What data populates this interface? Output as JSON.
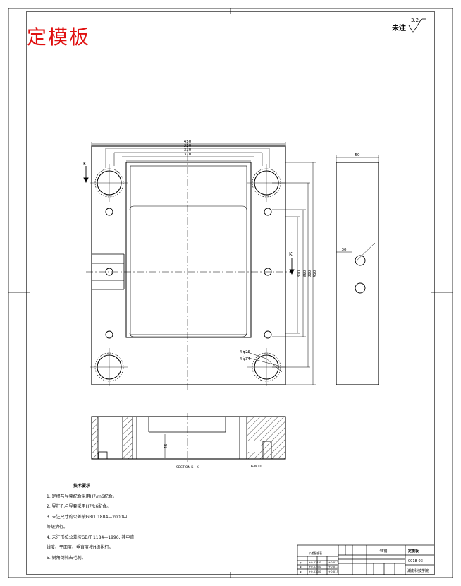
{
  "drawing": {
    "title": "定模板",
    "roughness_label": "未注",
    "roughness_value": "3.2"
  },
  "dimensions": {
    "overall_width": "450",
    "inner_width_1": "350",
    "inner_width_2": "330",
    "inner_width_3": "310",
    "side_thickness": "50",
    "side_hole_dim": "30",
    "height_1": "450",
    "height_2": "380",
    "height_3": "350",
    "height_4": "310",
    "hole_callout_1": "4-φ26",
    "hole_callout_2": "4-φ34",
    "section_depth": "45",
    "thread_callout": "6-M10"
  },
  "labels": {
    "section_marker": "K",
    "section_title": "SECTION K—K"
  },
  "notes": {
    "title": "技术要求",
    "items": [
      "1. 定模与导套配合采用H7/m6配合。",
      "2. 导柱孔与导套采用H7/k6配合。",
      "3. 未注尺寸的公差按GB/T 1804—2000中",
      "    等级执行。",
      "4. 未注形位公差按GB/T 1184—1996, 其中直",
      "    线度、平面度、垂直度按H级执行。",
      "5. 锐角倒钝去毛刺。"
    ]
  },
  "title_block": {
    "material": "45钢",
    "part_name": "定模板",
    "drawing_no": "0018-03",
    "school": "湖南科技学院"
  },
  "tolerance_table": {
    "header": "公差配合表",
    "rows": [
      [
        "φ",
        "+0.021",
        "0",
        "+0.017"
      ],
      [
        "φ",
        "+0.025",
        "0",
        "+0.013"
      ],
      [
        "φ",
        "+0.030",
        "0",
        "+0.015"
      ]
    ]
  }
}
